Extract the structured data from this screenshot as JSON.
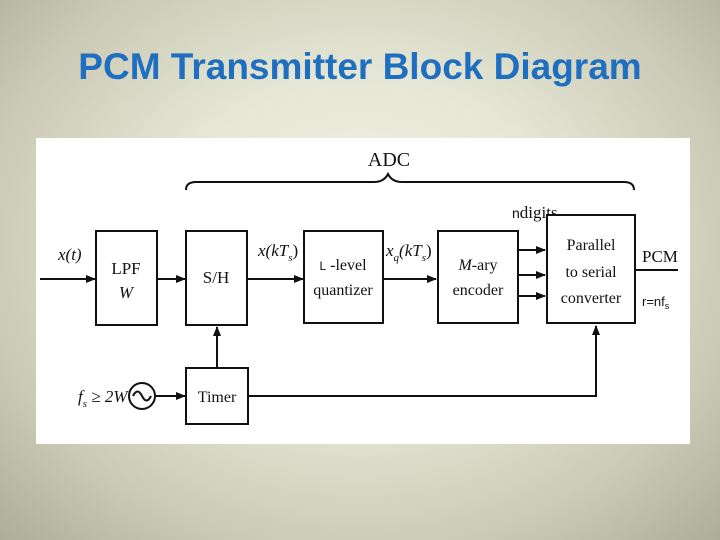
{
  "slide": {
    "title": "PCM Transmitter Block Diagram"
  },
  "diagram": {
    "adc_label": "ADC",
    "input_signal": "x(t)",
    "lpf": {
      "line1": "LPF",
      "line2": "W"
    },
    "sample_hold": "S/H",
    "sampled_signal": "x(kT",
    "sampled_subscript": "s",
    "sampled_close": ")",
    "quantizer": {
      "prefix": "L",
      "line1": "-level",
      "line2": "quantizer"
    },
    "quantized_signal": "x",
    "quantized_subscript": "q",
    "quantized_args": "(kT",
    "quantized_args_subscript": "s",
    "quantized_close": ")",
    "encoder": {
      "italic": "M",
      "line1": "-ary",
      "line2": "encoder"
    },
    "digits": {
      "n": "n",
      "text": "digits"
    },
    "converter": {
      "line1": "Parallel",
      "line2": "to serial",
      "line3": "converter"
    },
    "output": "PCM",
    "rate": {
      "text": "r=nf",
      "subscript": "s"
    },
    "timer": "Timer",
    "clock": {
      "f": "f",
      "sub": "s",
      "rel": " ≥ 2W"
    }
  }
}
